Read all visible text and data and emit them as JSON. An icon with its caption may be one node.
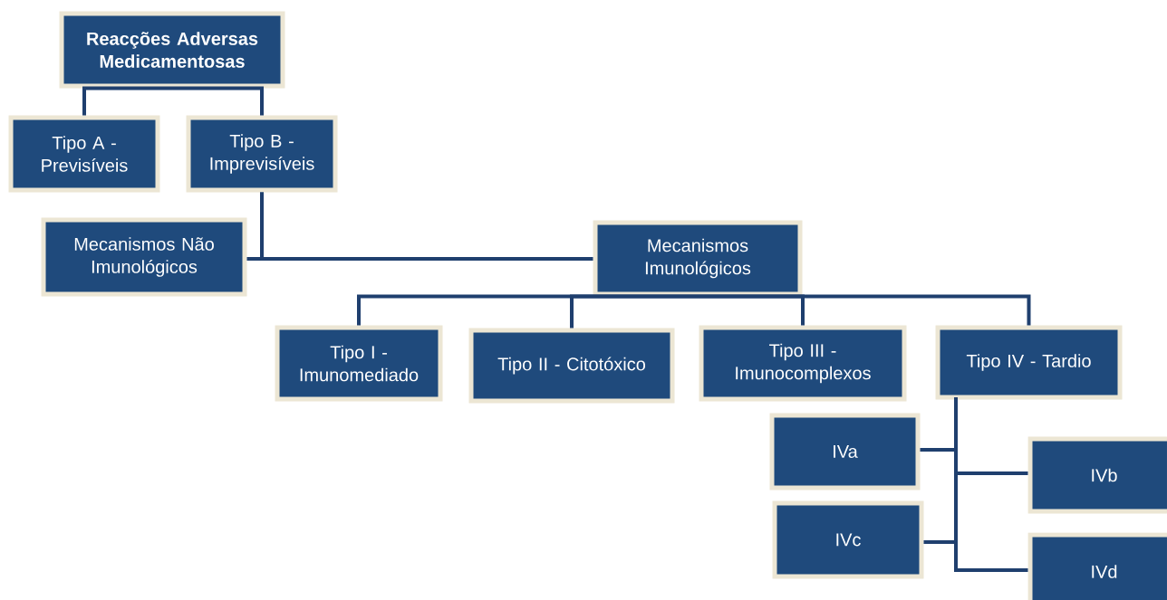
{
  "diagram": {
    "nodes": [
      {
        "text": [
          "Reacções Adversas Medicamentosas"
        ]
      },
      {
        "text": [
          "Tipo A - Previsíveis"
        ]
      },
      {
        "text": [
          "Tipo B - Imprevisíveis"
        ]
      },
      {
        "text": [
          "Mecanismos Não Imunológicos"
        ]
      },
      {
        "text": [
          "Mecanismos Imunológicos"
        ]
      },
      {
        "text": [
          "Tipo I - Imunomediado"
        ]
      },
      {
        "text": [
          "Tipo II - Citotóxico"
        ]
      },
      {
        "text": [
          "Tipo III - Imunocomplexos"
        ]
      },
      {
        "text": [
          "Tipo IV - Tardio"
        ]
      },
      {
        "text": [
          "IVa"
        ]
      },
      {
        "text": [
          "IVb"
        ]
      },
      {
        "text": [
          "IVc"
        ]
      },
      {
        "text": [
          "IVd"
        ]
      }
    ],
    "edges": [
      {
        "from": 0,
        "to": 1,
        "arrow": "none"
      },
      {
        "from": 0,
        "to": 2,
        "arrow": "none"
      },
      {
        "from": 2,
        "to": 3,
        "arrow": "none"
      },
      {
        "from": 2,
        "to": 4,
        "arrow": "none"
      },
      {
        "from": 4,
        "to": 5,
        "arrow": "none"
      },
      {
        "from": 4,
        "to": 6,
        "arrow": "none"
      },
      {
        "from": 4,
        "to": 7,
        "arrow": "none"
      },
      {
        "from": 4,
        "to": 8,
        "arrow": "none"
      },
      {
        "from": 8,
        "to": 9,
        "arrow": "none"
      },
      {
        "from": 8,
        "to": 10,
        "arrow": "none"
      },
      {
        "from": 8,
        "to": 11,
        "arrow": "none"
      },
      {
        "from": 8,
        "to": 12,
        "arrow": "none"
      }
    ]
  }
}
